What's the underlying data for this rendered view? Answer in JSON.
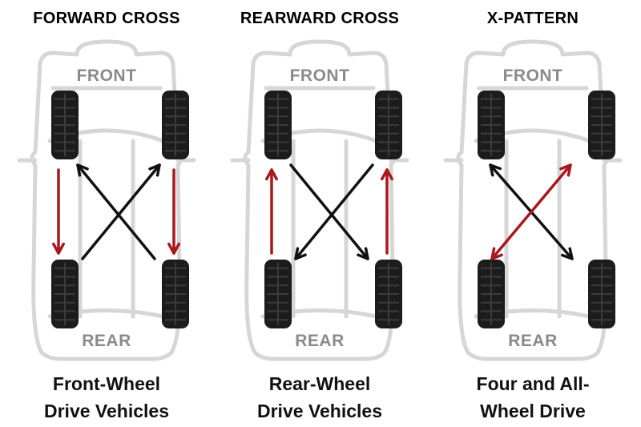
{
  "colors": {
    "car_outline": "#d6d6d6",
    "car_label": "#8a8a8a",
    "tire": "#1c1c1c",
    "tread": "#3b3b3b",
    "arrow_black": "#111111",
    "arrow_red": "#a8181e"
  },
  "panels": [
    {
      "id": "forward-cross",
      "title": "FORWARD CROSS",
      "front_label": "FRONT",
      "rear_label": "REAR",
      "caption_line1": "Front-Wheel",
      "caption_line2": "Drive Vehicles",
      "rotation": [
        {
          "from": "front-left",
          "to": "rear-left",
          "color": "red"
        },
        {
          "from": "front-right",
          "to": "rear-right",
          "color": "red"
        },
        {
          "from": "rear-left",
          "to": "front-right",
          "color": "black"
        },
        {
          "from": "rear-right",
          "to": "front-left",
          "color": "black"
        }
      ]
    },
    {
      "id": "rearward-cross",
      "title": "REARWARD CROSS",
      "front_label": "FRONT",
      "rear_label": "REAR",
      "caption_line1": "Rear-Wheel",
      "caption_line2": "Drive Vehicles",
      "rotation": [
        {
          "from": "rear-left",
          "to": "front-left",
          "color": "red"
        },
        {
          "from": "rear-right",
          "to": "front-right",
          "color": "red"
        },
        {
          "from": "front-left",
          "to": "rear-right",
          "color": "black"
        },
        {
          "from": "front-right",
          "to": "rear-left",
          "color": "black"
        }
      ]
    },
    {
      "id": "x-pattern",
      "title": "X-PATTERN",
      "front_label": "FRONT",
      "rear_label": "REAR",
      "caption_line1": "Four and All-",
      "caption_line2": "Wheel Drive",
      "rotation": [
        {
          "from": "front-left",
          "to": "rear-right",
          "color": "black"
        },
        {
          "from": "rear-right",
          "to": "front-left",
          "color": "black"
        },
        {
          "from": "front-right",
          "to": "rear-left",
          "color": "red"
        },
        {
          "from": "rear-left",
          "to": "front-right",
          "color": "red"
        }
      ]
    }
  ]
}
